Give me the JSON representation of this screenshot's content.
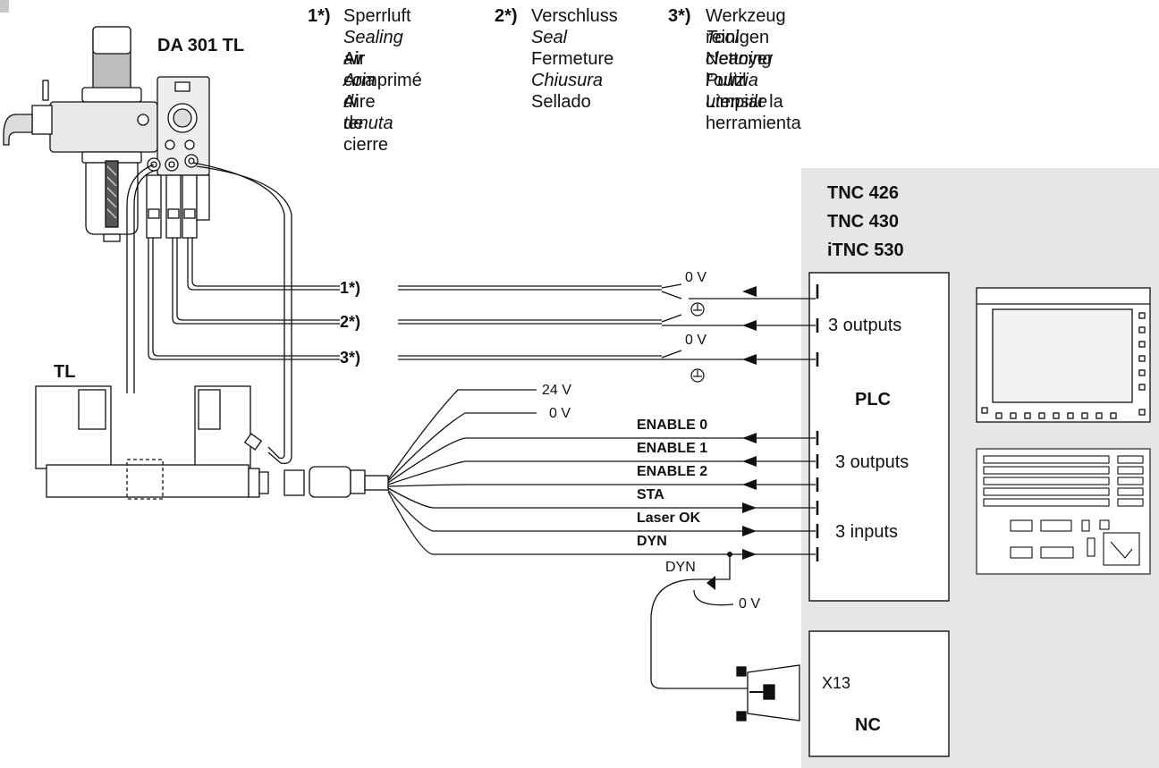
{
  "device": {
    "title": "DA 301 TL"
  },
  "laser": {
    "label": "TL"
  },
  "legend": [
    {
      "key": "1*)",
      "lines": [
        "Sperrluft",
        "Sealing air",
        "Air comprimé",
        "Aria di tenuta",
        "Aire de cierre"
      ]
    },
    {
      "key": "2*)",
      "lines": [
        "Verschluss",
        "Seal",
        "Fermeture",
        "Chiusura",
        "Sellado"
      ]
    },
    {
      "key": "3*)",
      "lines": [
        "Werkzeug reinigen",
        "Tool cleaning",
        "Nettoyer l’outil",
        "Pulizia utensile",
        "Limpiar la herramienta"
      ]
    }
  ],
  "control": {
    "models": [
      "TNC 426",
      "TNC 430",
      "iTNC 530"
    ]
  },
  "plc": {
    "label": "PLC",
    "group_outputs_1": "3 outputs",
    "group_outputs_2": "3 outputs",
    "group_inputs": "3 inputs"
  },
  "air_lines": [
    "1*)",
    "2*)",
    "3*)"
  ],
  "supply": {
    "v24": "24 V",
    "v0": "0 V"
  },
  "volt_labels": {
    "a": "0 V",
    "b": "0 V",
    "dyn_0v": "0 V"
  },
  "signals": [
    "ENABLE 0",
    "ENABLE 1",
    "ENABLE 2",
    "STA",
    "Laser OK",
    "DYN"
  ],
  "dyn_branch": {
    "label": "DYN"
  },
  "nc": {
    "label": "NC",
    "connector": "X13"
  }
}
